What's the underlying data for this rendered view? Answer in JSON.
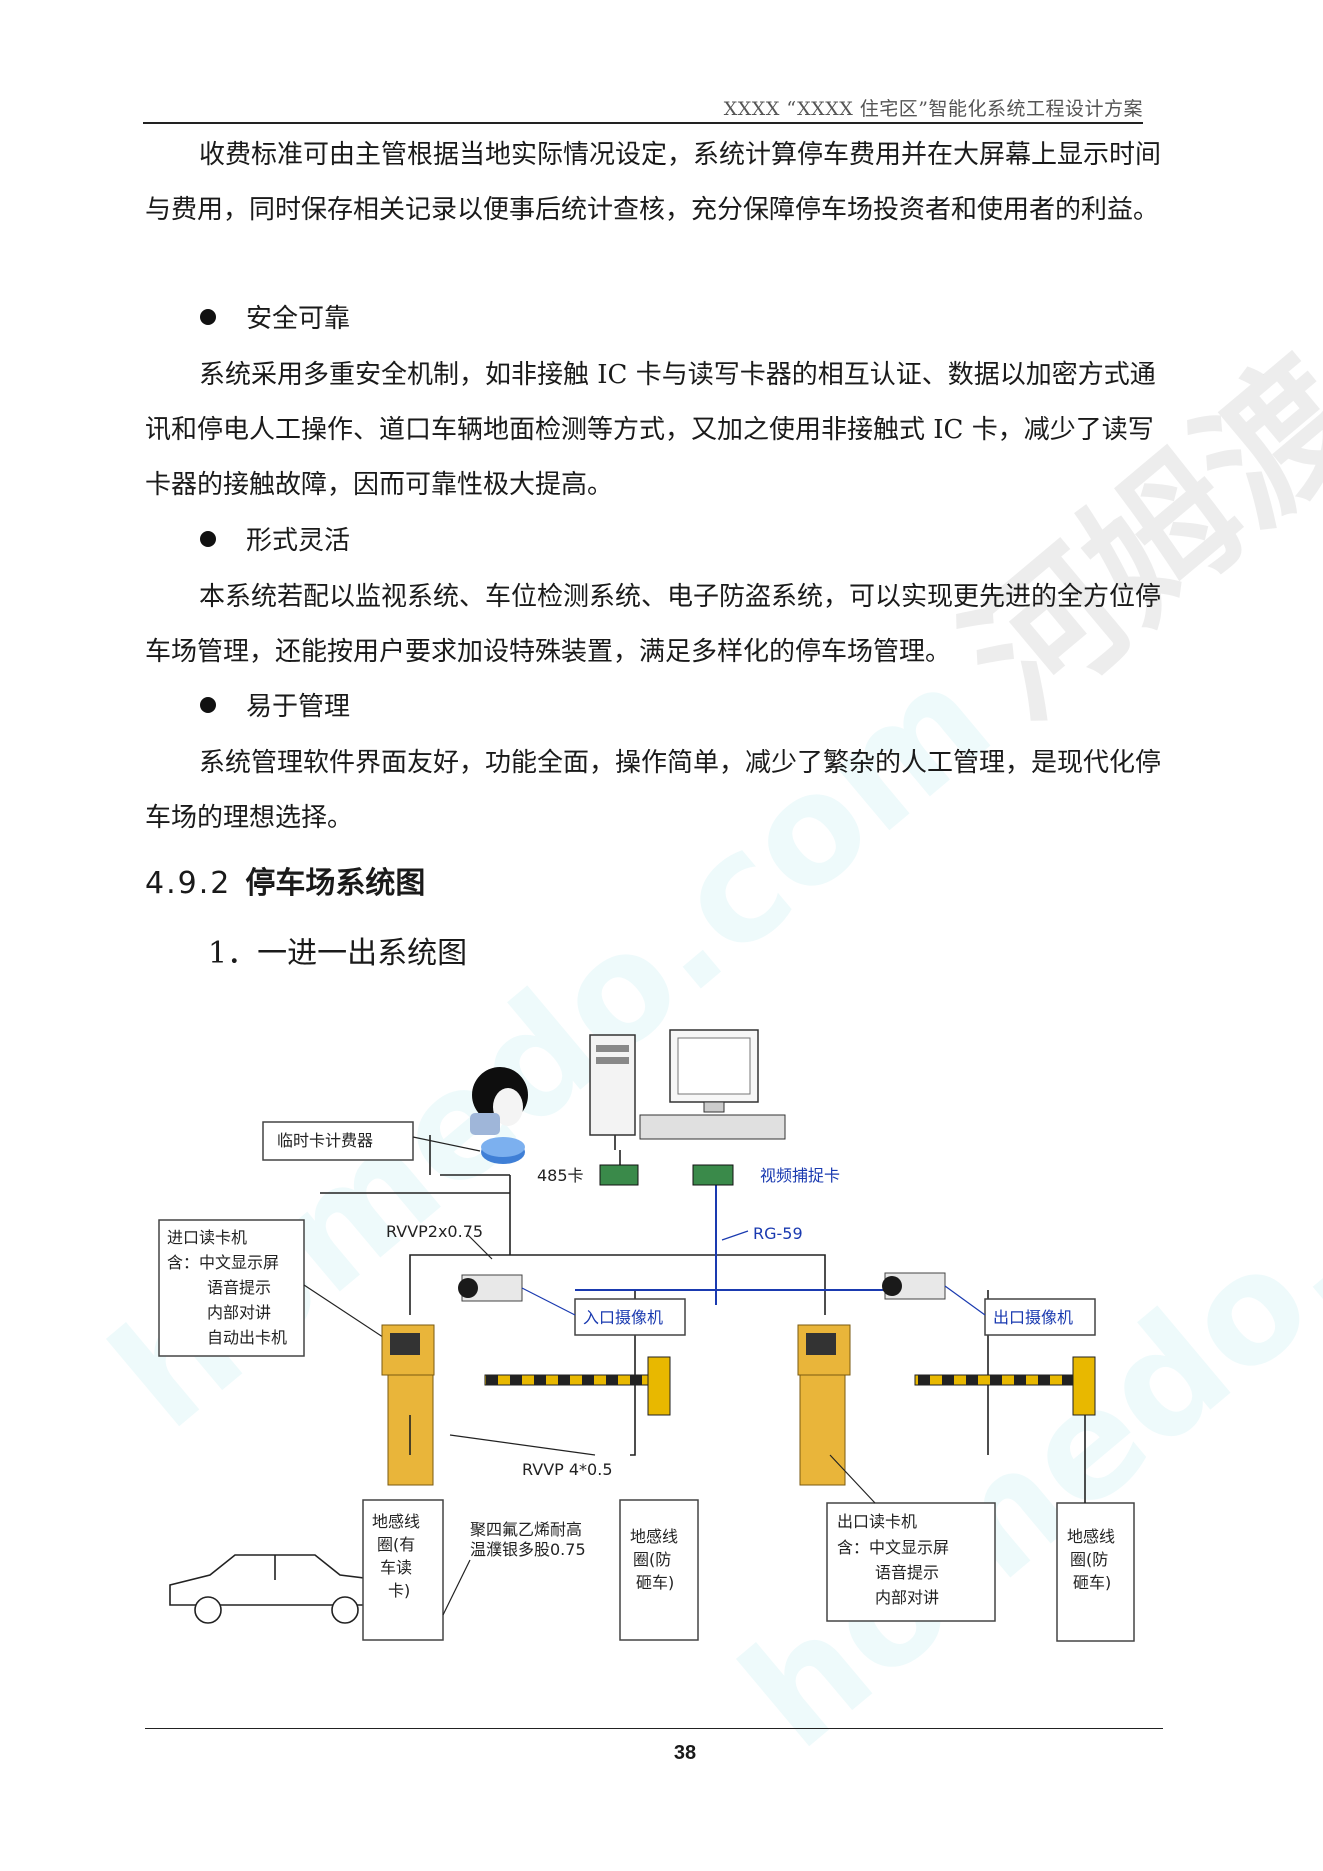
{
  "header": {
    "title": "XXXX “XXXX 住宅区”智能化系统工程设计方案"
  },
  "paragraphs": {
    "p1": "收费标准可由主管根据当地实际情况设定，系统计算停车费用并在大屏幕上显示时间与费用，同时保存相关记录以便事后统计查核，充分保障停车场投资者和使用者的利益。",
    "b1": "安全可靠",
    "p2": "系统采用多重安全机制，如非接触 IC 卡与读写卡器的相互认证、数据以加密方式通讯和停电人工操作、道口车辆地面检测等方式，又加之使用非接触式 IC 卡，减少了读写卡器的接触故障，因而可靠性极大提高。",
    "b2": "形式灵活",
    "p3": "本系统若配以监视系统、车位检测系统、电子防盗系统，可以实现更先进的全方位停车场管理，还能按用户要求加设特殊装置，满足多样化的停车场管理。",
    "b3": "易于管理",
    "p4": "系统管理软件界面友好，功能全面，操作简单，减少了繁杂的人工管理，是现代化停车场的理想选择。"
  },
  "section": {
    "number": "4.9.2",
    "title": "停车场系统图"
  },
  "subsection": {
    "title": "1．一进一出系统图"
  },
  "diagram": {
    "temp_card_counter": "临时卡计费器",
    "card_485": "485卡",
    "video_capture_card": "视频捕捉卡",
    "cable_rvvp": "RVVP2x0.75",
    "cable_rg59": "RG-59",
    "entry_reader": [
      "进口读卡机",
      "含：中文显示屏",
      "语音提示",
      "内部对讲",
      "自动出卡机"
    ],
    "entry_camera": "入口摄像机",
    "exit_camera": "出口摄像机",
    "cable_rvvp4": "RVVP 4*0.5",
    "loop_card": [
      "地感线",
      "圈(有",
      "车读",
      "卡)"
    ],
    "cable_note": [
      "聚四氟乙烯耐高",
      "温濮银多股0.75"
    ],
    "loop_anti1": [
      "地感线",
      "圈(防",
      "砸车)"
    ],
    "exit_reader": [
      "出口读卡机",
      "含：中文显示屏",
      "语音提示",
      "内部对讲"
    ],
    "loop_anti2": [
      "地感线",
      "圈(防",
      "砸车)"
    ]
  },
  "footer": {
    "page": "38"
  },
  "watermarks": {
    "brand_latin": "homedo.com",
    "brand_cn": "河姆渡"
  },
  "colors": {
    "barrier_yellow": "#e8b800",
    "kiosk": "#e9b53a",
    "cable_blue": "#1a3ab0"
  }
}
